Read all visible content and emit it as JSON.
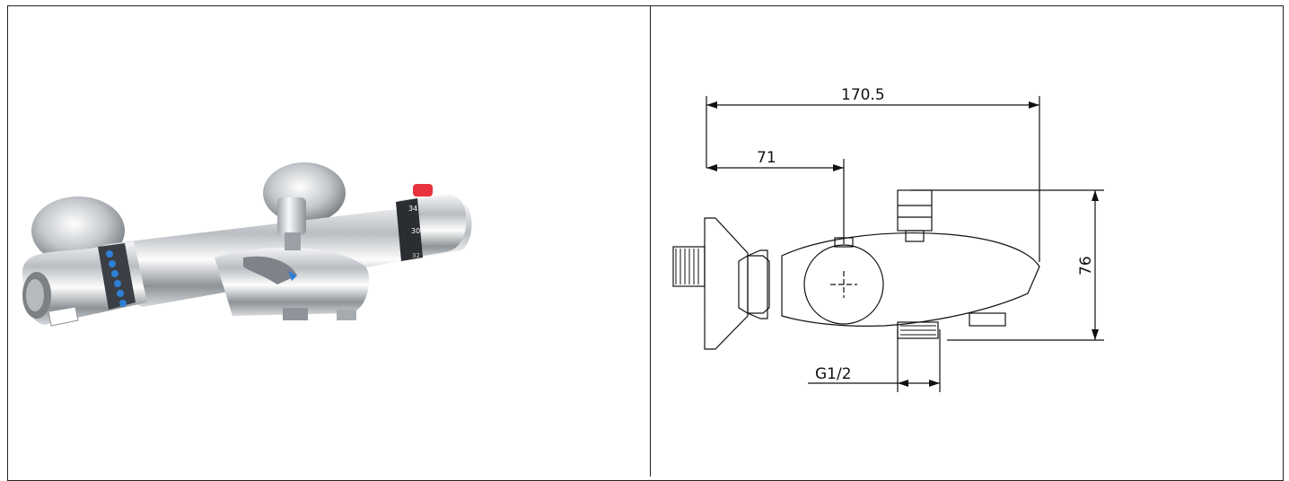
{
  "dimensions": {
    "overall_length": "170.5",
    "inlet_to_center": "71",
    "height": "76",
    "thread": "G1/2"
  },
  "thermostat_scale": {
    "marks": [
      "34",
      "30",
      "32"
    ]
  },
  "colors": {
    "chrome": "#c9ccd0",
    "hot_button": "#e8323c",
    "cold_indicator": "#2f7fd6",
    "line": "#111111"
  }
}
